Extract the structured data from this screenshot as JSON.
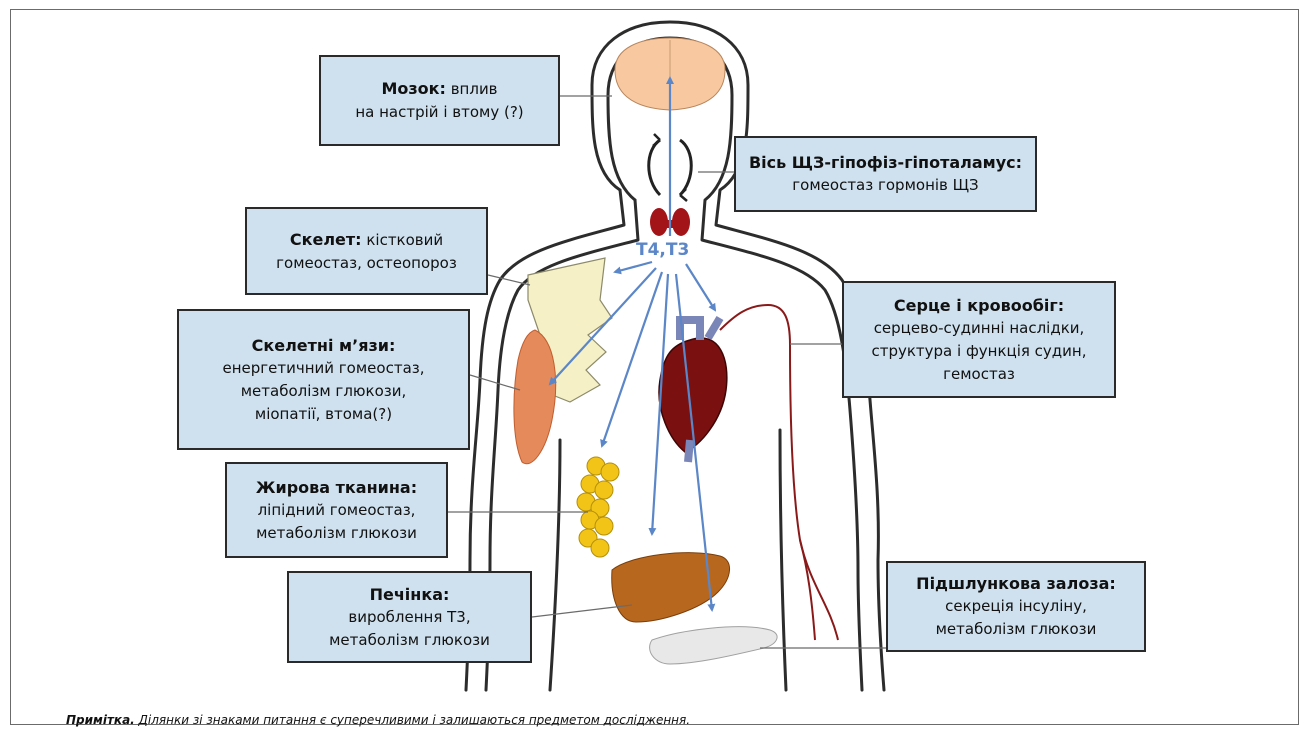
{
  "boxes": {
    "brain": {
      "title": "Мозок:",
      "line1": "вплив",
      "line2": "на настрій і втому (?)"
    },
    "axis": {
      "title": "Вісь ЩЗ-гіпофіз-гіпоталамус:",
      "line1": "гомеостаз гормонів ЩЗ"
    },
    "skeleton": {
      "title": "Скелет:",
      "line1": "кістковий",
      "line2": "гомеостаз, остеопороз"
    },
    "muscles": {
      "title": "Скелетні м’язи:",
      "line1": "енергетичний гомеостаз,",
      "line2": "метаболізм глюкози,",
      "line3": "міопатії, втома(?)"
    },
    "heart": {
      "title": "Серце і кровообіг:",
      "line1": "серцево-судинні наслідки,",
      "line2": "структура і функція судин,",
      "line3": "гемостаз"
    },
    "fat": {
      "title": "Жирова тканина:",
      "line1": "ліпідний гомеостаз,",
      "line2": "метаболізм глюкози"
    },
    "liver": {
      "title": "Печінка:",
      "line1": "вироблення Т3,",
      "line2": "метаболізм глюкози"
    },
    "pancreas": {
      "title": "Підшлункова залоза:",
      "line1": "секреція інсуліну,",
      "line2": "метаболізм глюкози"
    }
  },
  "hormone_label": "T4,T3",
  "note": {
    "bold": "Примітка.",
    "text": " Ділянки зі знаками питання є суперечливими і залишаються предметом дослідження."
  },
  "colors": {
    "box_fill": "#cfe1ee",
    "arrow": "#5b86c7",
    "brain": "#f8c9a0",
    "thyroid": "#a31418",
    "heart": "#7a1010",
    "liver": "#b8671e",
    "fat": "#f2c418",
    "bone": "#f5f0c6",
    "muscle": "#e58a5a"
  }
}
